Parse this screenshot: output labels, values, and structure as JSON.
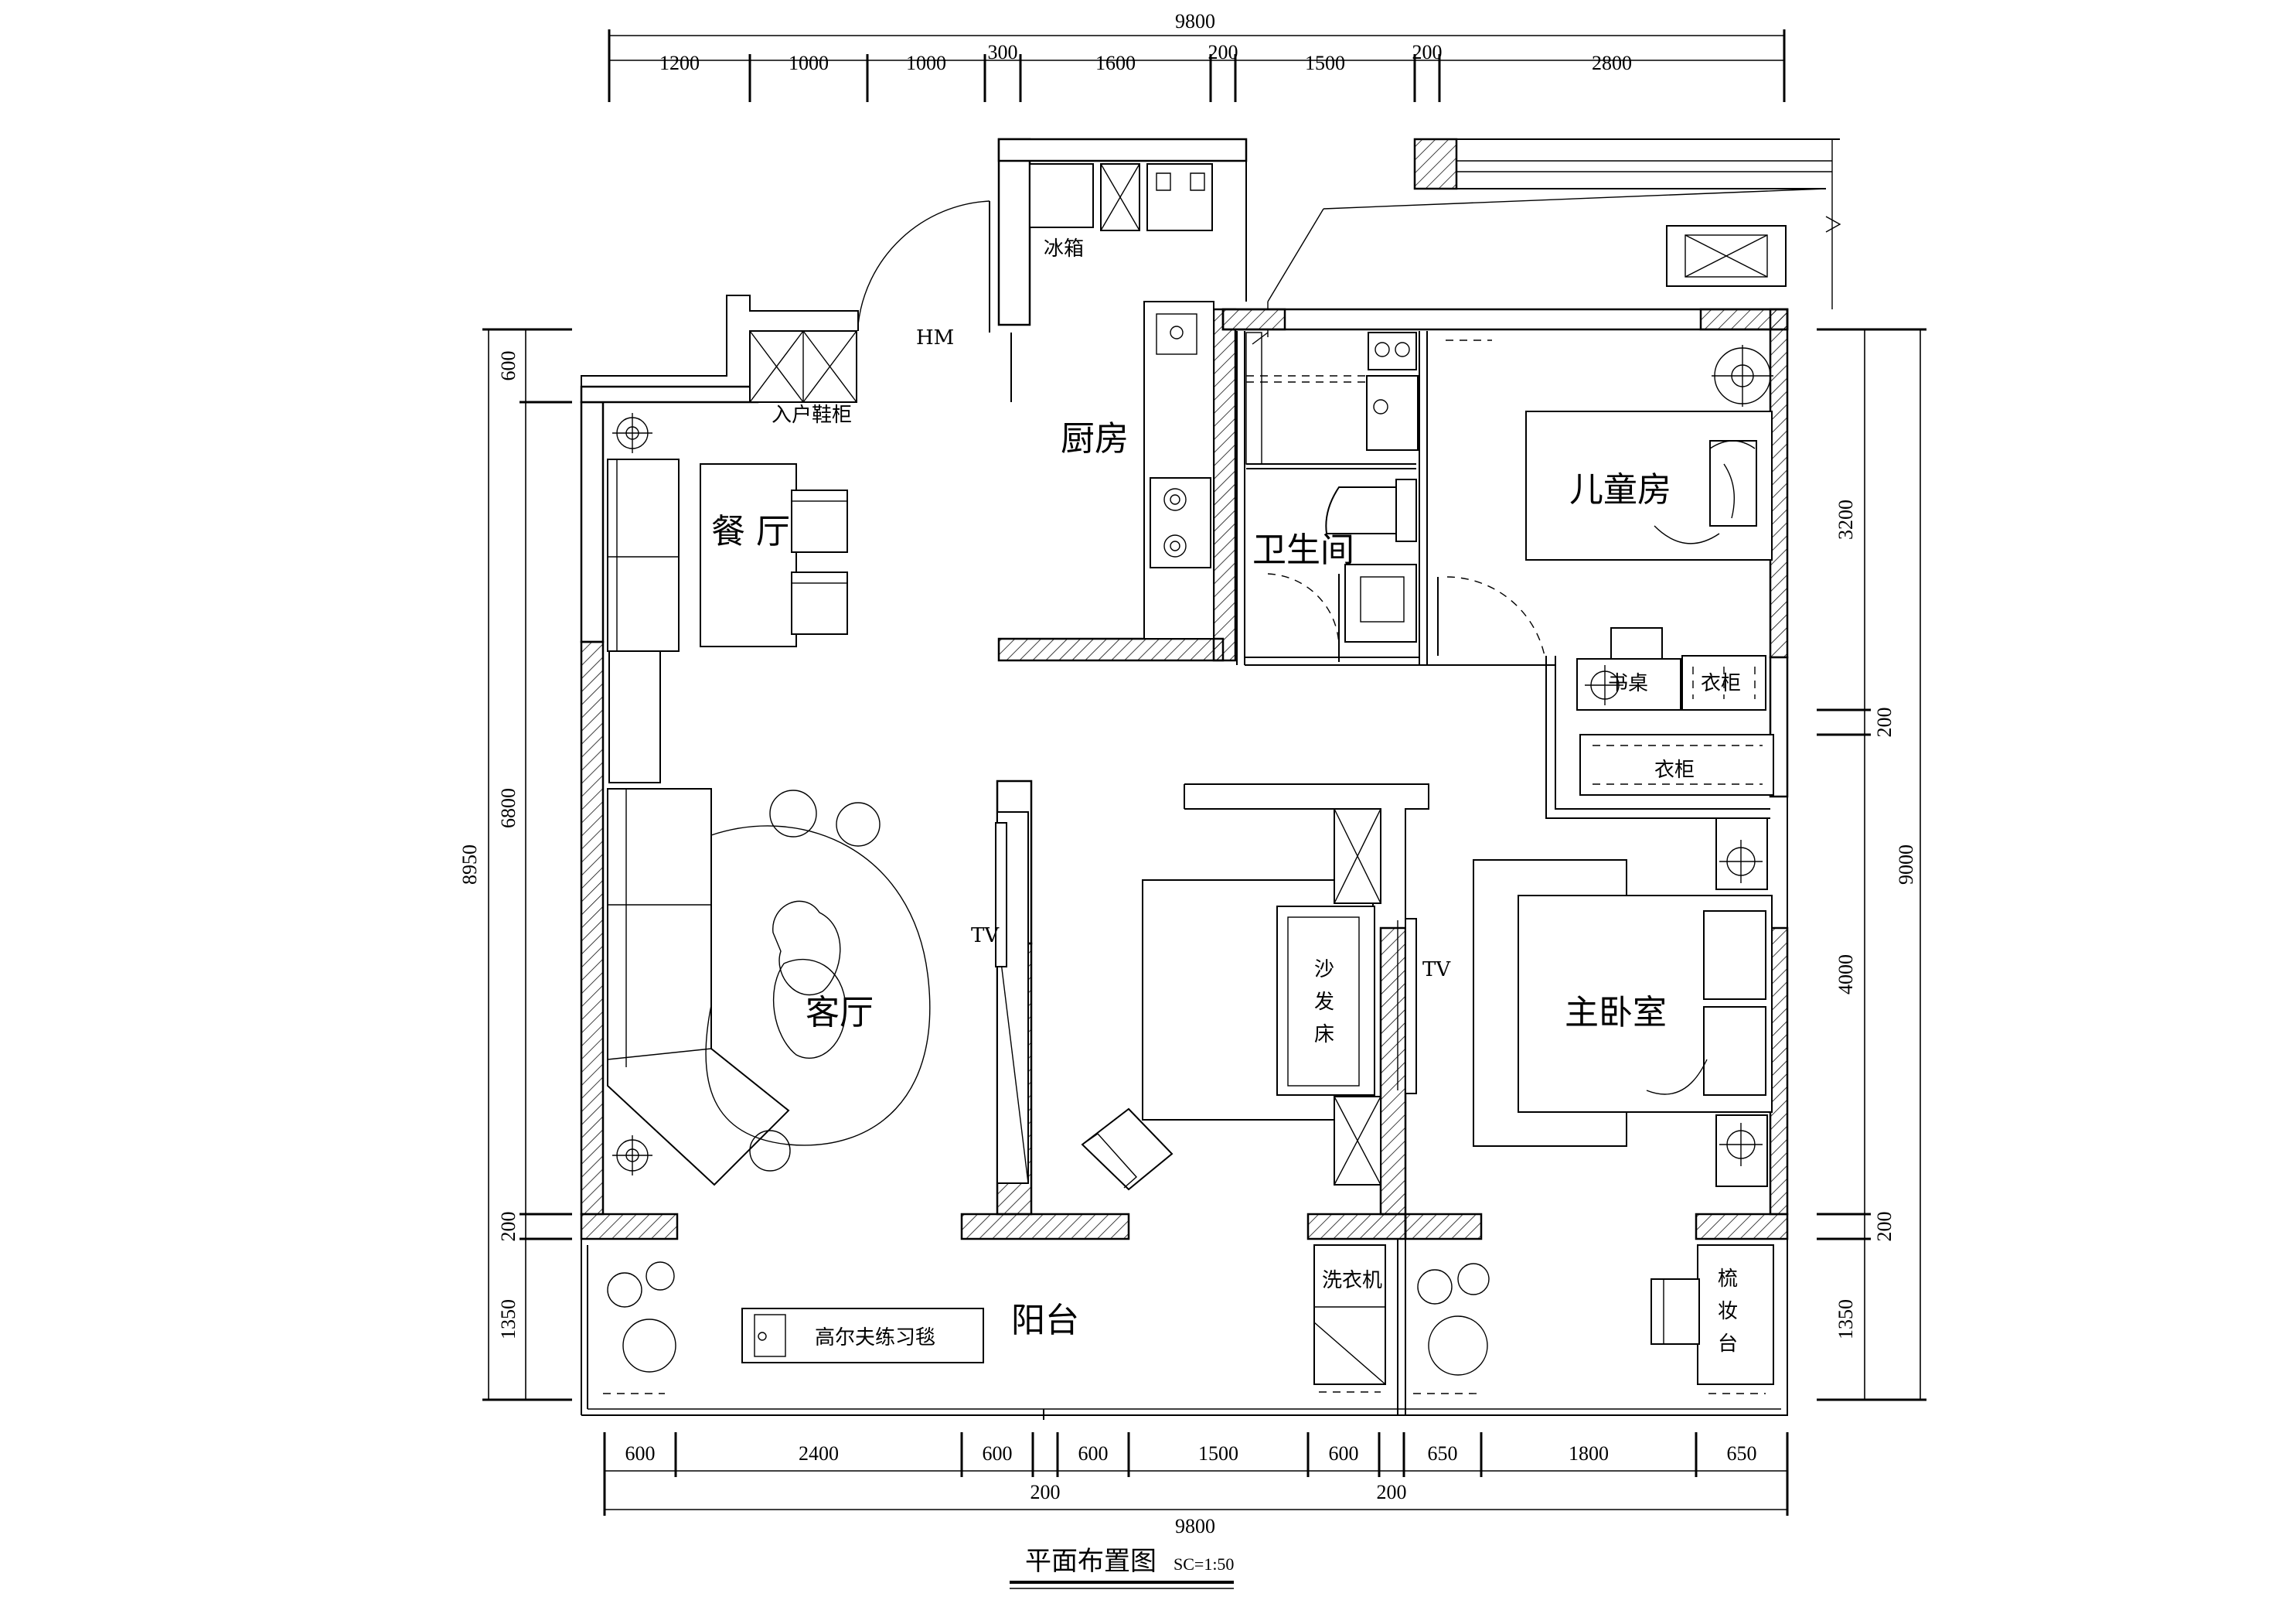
{
  "rooms": {
    "dining": "餐 厅",
    "living": "客厅",
    "kitchen": "厨房",
    "bathroom": "卫生间",
    "kids_room": "儿童房",
    "master_bedroom": "主卧室",
    "balcony": "阳台"
  },
  "labels": {
    "fridge": "冰箱",
    "shoe_cabinet": "入户鞋柜",
    "hm": "HM",
    "tv_left": "TV",
    "tv_right": "TV",
    "sofa_bed": [
      "沙",
      "发",
      "床"
    ],
    "desk": "书桌",
    "wardrobe_top": "衣柜",
    "wardrobe_mid": "衣柜",
    "washer": "洗衣机",
    "golf_mat": "高尔夫练习毯",
    "dresser": [
      "梳",
      "妆",
      "台"
    ]
  },
  "dimensions": {
    "top_total": "9800",
    "top_segments": [
      "1200",
      "1000",
      "1000",
      "300",
      "1600",
      "200",
      "1500",
      "200",
      "2800"
    ],
    "bottom_segments": [
      "600",
      "2400",
      "600",
      "600",
      "1500",
      "600",
      "650",
      "1800",
      "650"
    ],
    "bottom_small": [
      "200",
      "200"
    ],
    "bottom_total": "9800",
    "left_total": "8950",
    "left_segments": [
      "600",
      "6800",
      "200",
      "1350"
    ],
    "right_total": "9000",
    "right_segments": [
      "3200",
      "200",
      "4000",
      "200",
      "1350"
    ]
  },
  "title": "平面布置图",
  "scale": "SC=1:50"
}
